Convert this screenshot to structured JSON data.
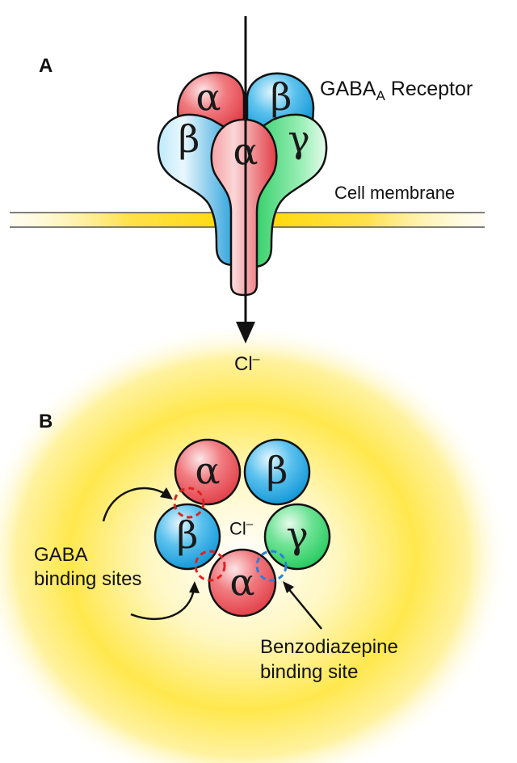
{
  "panel_a": {
    "label": "A",
    "receptor_name": "GABA",
    "receptor_subscript": "A",
    "receptor_suffix": "Receptor",
    "membrane_label": "Cell membrane",
    "ion_label": "Cl",
    "ion_charge": "–",
    "subunits": [
      {
        "id": "back-alpha",
        "symbol": "α",
        "color": "#e8474f"
      },
      {
        "id": "back-beta",
        "symbol": "β",
        "color": "#1aa3e0"
      },
      {
        "id": "front-beta",
        "symbol": "β",
        "color": "#1aa3e0"
      },
      {
        "id": "front-gamma",
        "symbol": "γ",
        "color": "#2fd36a"
      },
      {
        "id": "front-alpha",
        "symbol": "α",
        "color": "#e8474f"
      }
    ]
  },
  "panel_b": {
    "label": "B",
    "ion_label": "Cl",
    "ion_charge": "–",
    "gaba_sites_label_line1": "GABA",
    "gaba_sites_label_line2": "binding sites",
    "benzo_label_line1": "Benzodiazepine",
    "benzo_label_line2": "binding site",
    "subunits": [
      {
        "id": "top-left-alpha",
        "symbol": "α",
        "color": "#e8474f"
      },
      {
        "id": "top-right-beta",
        "symbol": "β",
        "color": "#1aa3e0"
      },
      {
        "id": "mid-left-beta",
        "symbol": "β",
        "color": "#1aa3e0"
      },
      {
        "id": "mid-right-gamma",
        "symbol": "γ",
        "color": "#2fd36a"
      },
      {
        "id": "bottom-alpha",
        "symbol": "α",
        "color": "#e8474f"
      }
    ],
    "gaba_site_color": "#e02020",
    "benzo_site_color": "#2a7fd8"
  },
  "colors": {
    "membrane_fill": "#ffd800",
    "membrane_line": "#555555",
    "glow": "#ffe23a",
    "arrow": "#111111"
  }
}
